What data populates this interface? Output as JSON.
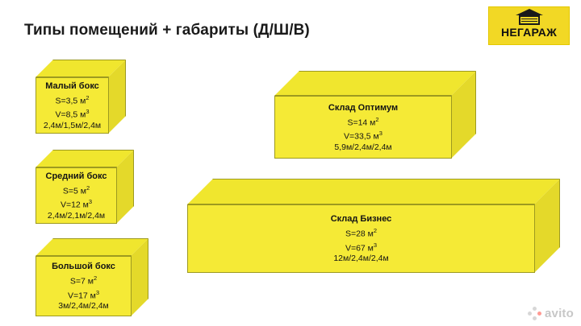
{
  "slide": {
    "title": "Типы помещений + габариты (Д/Ш/В)",
    "background_color": "#ffffff",
    "box_color": "#f5ea36"
  },
  "logo": {
    "name": "НЕГАРАЖ",
    "icon": "garage-icon",
    "background_color": "#f2d825"
  },
  "boxes": [
    {
      "id": "small-box",
      "name": "Малый бокс",
      "area": "S=3,5 м",
      "area_sup": "2",
      "volume": "V=8,5 м",
      "volume_sup": "3",
      "dimensions": "2,4м/1,5м/2,4м"
    },
    {
      "id": "medium-box",
      "name": "Средний бокс",
      "area": "S=5 м",
      "area_sup": "2",
      "volume": "V=12 м",
      "volume_sup": "3",
      "dimensions": "2,4м/2,1м/2,4м"
    },
    {
      "id": "large-box",
      "name": "Большой бокс",
      "area": "S=7 м",
      "area_sup": "2",
      "volume": "V=17 м",
      "volume_sup": "3",
      "dimensions": "3м/2,4м/2,4м"
    },
    {
      "id": "warehouse-optimum",
      "name": "Склад Оптимум",
      "area": "S=14 м",
      "area_sup": "2",
      "volume": "V=33,5 м",
      "volume_sup": "3",
      "dimensions": "5,9м/2,4м/2,4м"
    },
    {
      "id": "warehouse-business",
      "name": "Склад Бизнес",
      "area": "S=28 м",
      "area_sup": "2",
      "volume": "V=67 м",
      "volume_sup": "3",
      "dimensions": "12м/2,4м/2,4м"
    }
  ],
  "watermark": {
    "text": "avito",
    "icon": "avito-dots-icon"
  }
}
